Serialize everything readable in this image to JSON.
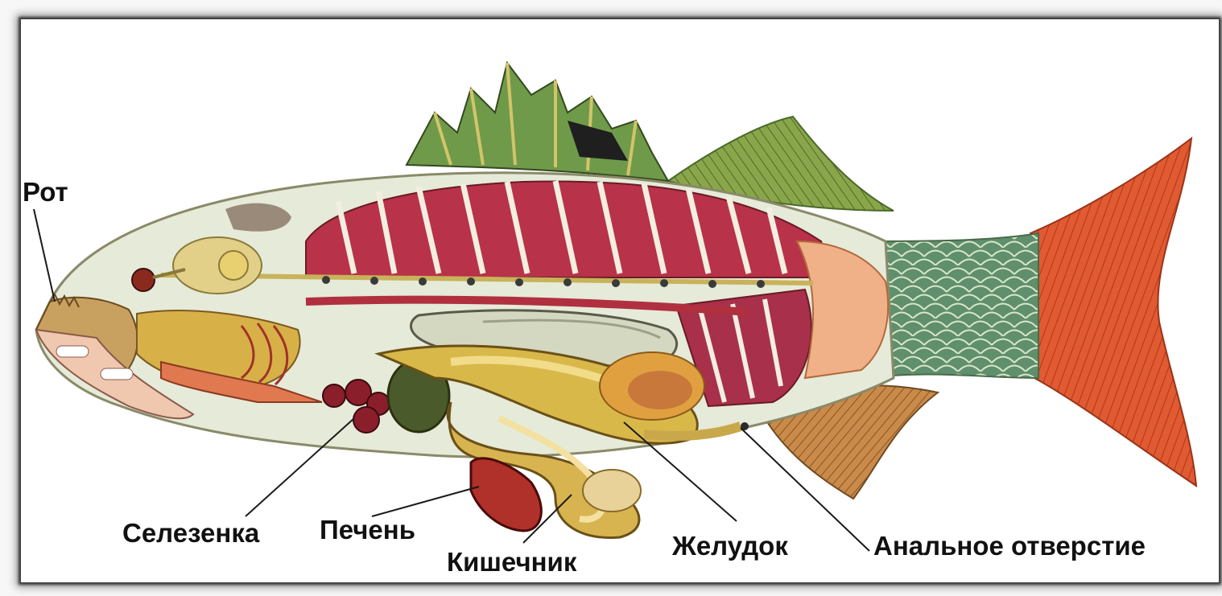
{
  "labels": {
    "mouth": "Рот",
    "spleen": "Селезенка",
    "liver": "Печень",
    "intestine": "Кишечник",
    "stomach": "Желудок",
    "anus": "Анальное отверстие"
  },
  "colors": {
    "muscle": "#b8324a",
    "liver": "#a52a2a",
    "intestine": "#d9b84a",
    "swim_bladder": "#cfd4bf",
    "scales": "#5e8f6a",
    "tail_fin": "#e0552e",
    "dorsal_fin": "#7aa04a",
    "body_outline": "#7a7a6a"
  }
}
